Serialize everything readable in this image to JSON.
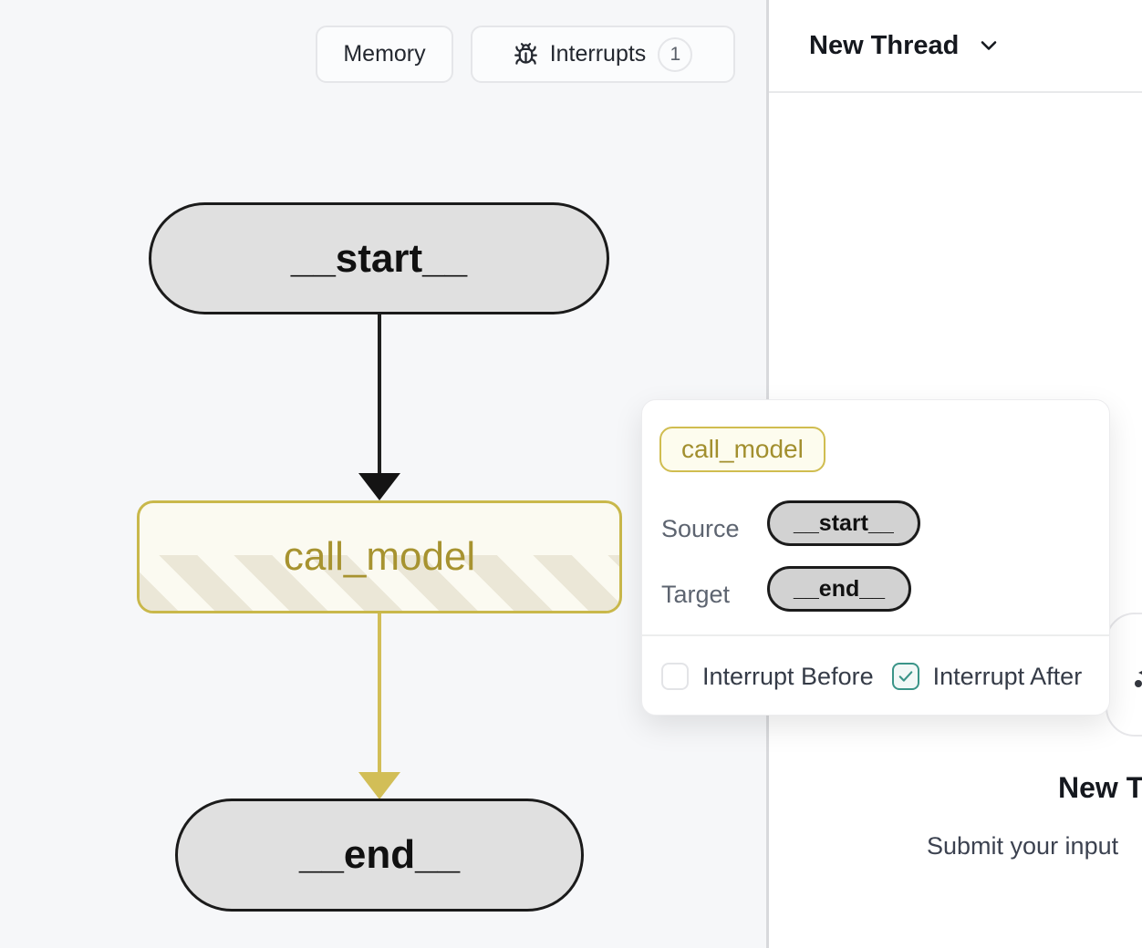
{
  "toolbar": {
    "memory_label": "Memory",
    "interrupts_label": "Interrupts",
    "interrupts_count": "1"
  },
  "thread_header": {
    "title": "New Thread"
  },
  "graph": {
    "nodes": [
      {
        "id": "__start__",
        "label": "__start__"
      },
      {
        "id": "call_model",
        "label": "call_model"
      },
      {
        "id": "__end__",
        "label": "__end__"
      }
    ],
    "edges": [
      {
        "from": "__start__",
        "to": "call_model",
        "color": "#141414"
      },
      {
        "from": "call_model",
        "to": "__end__",
        "color": "#d2be57"
      }
    ]
  },
  "popover": {
    "node_chip": "call_model",
    "source_label": "Source",
    "source_value": "__start__",
    "target_label": "Target",
    "target_value": "__end__",
    "interrupt_before_label": "Interrupt Before",
    "interrupt_before_checked": false,
    "interrupt_after_label": "Interrupt After",
    "interrupt_after_checked": true
  },
  "empty_state": {
    "title": "New Thread",
    "subtitle": "Submit your input"
  },
  "colors": {
    "canvas_bg": "#f6f7f9",
    "panel_bg": "#ffffff",
    "node_gray": "#e0e0e0",
    "node_border": "#1b1b1b",
    "highlight_border": "#c9b84b",
    "highlight_bg": "#fbfaf1",
    "highlight_text": "#a79330",
    "edge_yellow": "#d2be57",
    "checkbox_teal": "#3a9488"
  }
}
